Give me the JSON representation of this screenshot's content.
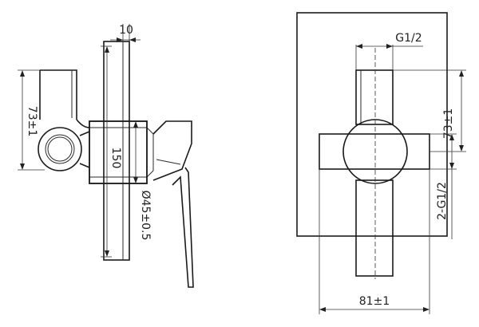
{
  "side_view": {
    "dim_top_width": "10",
    "dim_handle_height": "73±1",
    "dim_overall_length": "150",
    "dim_body_diameter": "Ø45±0.5"
  },
  "front_view": {
    "dim_outlet_thread": "G1/2",
    "dim_vertical_offset": "73±1",
    "dim_inlet_threads": "2-G1/2",
    "dim_overall_width": "81±1"
  }
}
